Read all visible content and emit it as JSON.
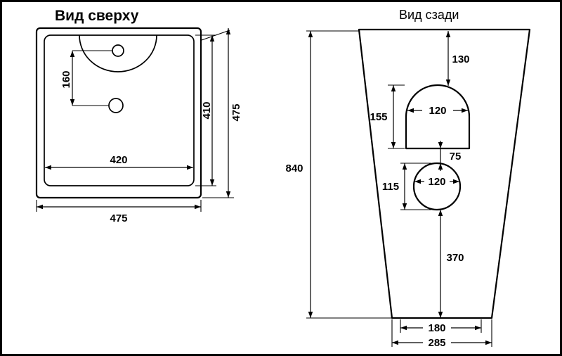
{
  "titles": {
    "top_view": "Вид сверху",
    "rear_view": "Вид сзади"
  },
  "top_view": {
    "hole_spacing": "160",
    "basin_width": "420",
    "basin_depth": "410",
    "overall_depth": "475",
    "overall_width": "475"
  },
  "rear_view": {
    "overall_height": "840",
    "top_to_cutout": "130",
    "cutout_height": "155",
    "cutout_width": "120",
    "cutout_to_hole": "75",
    "hole_height": "115",
    "hole_diameter": "120",
    "hole_to_bottom": "370",
    "base_inner_width": "180",
    "base_width": "285"
  }
}
